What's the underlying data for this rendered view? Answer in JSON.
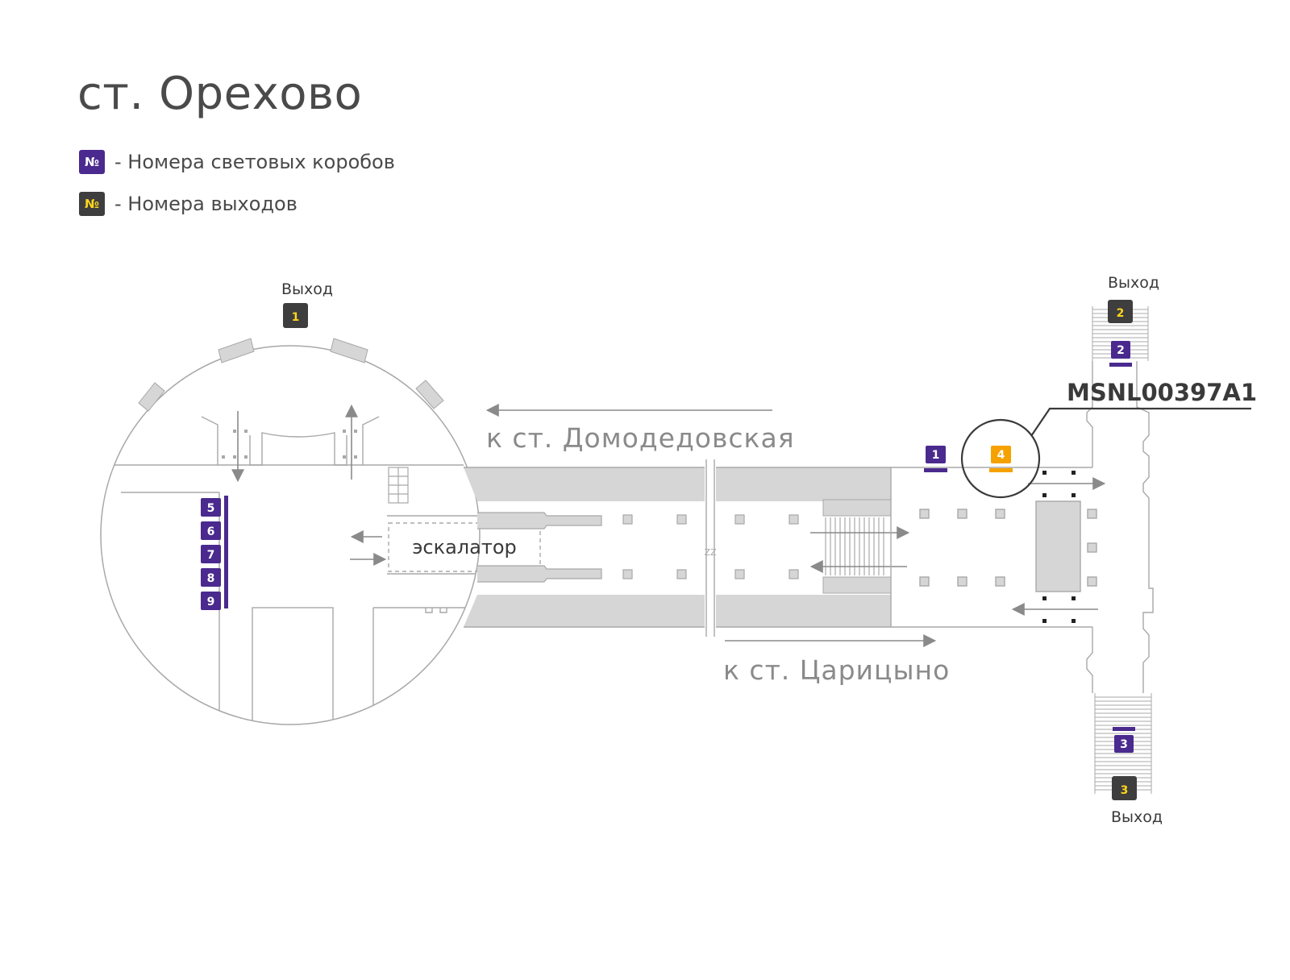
{
  "title": "ст. Орехово",
  "legend": {
    "lightbox_symbol": "№",
    "lightbox_text": "- Номера световых коробов",
    "exit_symbol": "№",
    "exit_text": "- Номера выходов"
  },
  "colors": {
    "lightbox": "#4a2a8e",
    "exit_badge": "#3e3e3e",
    "exit_number": "#ffd51c",
    "highlight": "#f5a100",
    "structure": "#d6d6d6",
    "outline": "#9a9a9a",
    "direction_text": "#8a8a8a"
  },
  "exits": [
    {
      "label": "Выход",
      "number": "1"
    },
    {
      "label": "Выход",
      "number": "2"
    },
    {
      "label": "Выход",
      "number": "3"
    }
  ],
  "lightboxes": [
    "1",
    "2",
    "3",
    "5",
    "6",
    "7",
    "8",
    "9"
  ],
  "highlighted_lightbox": {
    "number": "4",
    "code": "MSNL00397A1"
  },
  "directions": {
    "towards_domodedovskaya": "к ст. Домодедовская",
    "towards_tsaritsyno": "к ст. Царицыно"
  },
  "escalator_label": "эскалатор"
}
